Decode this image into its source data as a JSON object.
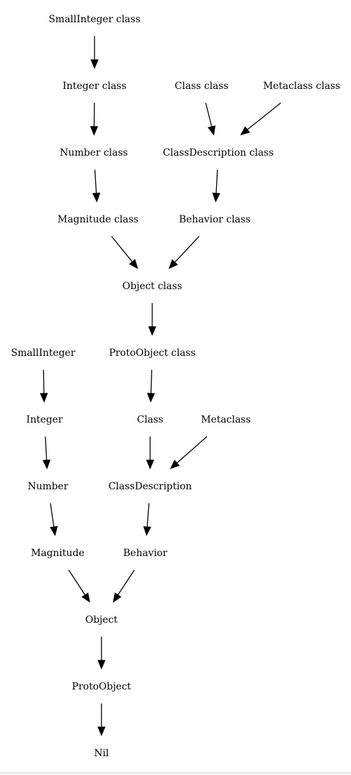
{
  "nodes": {
    "smallinteger_class": "SmallInteger class",
    "integer_class": "Integer class",
    "class_class": "Class class",
    "metaclass_class": "Metaclass class",
    "number_class": "Number class",
    "classdescription_class": "ClassDescription class",
    "magnitude_class": "Magnitude class",
    "behavior_class": "Behavior class",
    "object_class": "Object class",
    "smallinteger": "SmallInteger",
    "protoobject_class": "ProtoObject class",
    "integer": "Integer",
    "class": "Class",
    "metaclass": "Metaclass",
    "number": "Number",
    "classdescription": "ClassDescription",
    "magnitude": "Magnitude",
    "behavior": "Behavior",
    "object": "Object",
    "protoobject": "ProtoObject",
    "nil": "Nil"
  },
  "edges": [
    {
      "from": "smallinteger_class",
      "to": "integer_class"
    },
    {
      "from": "integer_class",
      "to": "number_class"
    },
    {
      "from": "class_class",
      "to": "classdescription_class"
    },
    {
      "from": "metaclass_class",
      "to": "classdescription_class"
    },
    {
      "from": "number_class",
      "to": "magnitude_class"
    },
    {
      "from": "classdescription_class",
      "to": "behavior_class"
    },
    {
      "from": "magnitude_class",
      "to": "object_class"
    },
    {
      "from": "behavior_class",
      "to": "object_class"
    },
    {
      "from": "object_class",
      "to": "protoobject_class"
    },
    {
      "from": "smallinteger",
      "to": "integer"
    },
    {
      "from": "protoobject_class",
      "to": "class"
    },
    {
      "from": "integer",
      "to": "number"
    },
    {
      "from": "class",
      "to": "classdescription"
    },
    {
      "from": "metaclass",
      "to": "classdescription"
    },
    {
      "from": "number",
      "to": "magnitude"
    },
    {
      "from": "classdescription",
      "to": "behavior"
    },
    {
      "from": "magnitude",
      "to": "object"
    },
    {
      "from": "behavior",
      "to": "object"
    },
    {
      "from": "object",
      "to": "protoobject"
    },
    {
      "from": "protoobject",
      "to": "nil"
    }
  ]
}
